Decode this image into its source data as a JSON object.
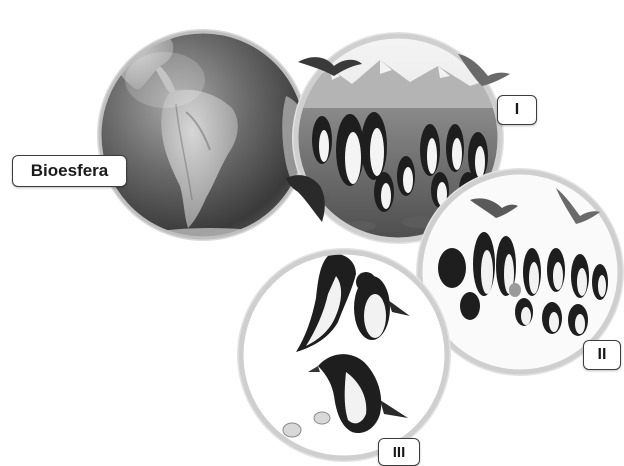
{
  "labels": {
    "biosphere": "Bioesfera",
    "level_1": "I",
    "level_2": "II",
    "level_3": "III"
  },
  "icons": {
    "globe": "globe-illustration",
    "community": "penguin-colony-with-seabirds-photo",
    "population": "penguin-group-photo",
    "organism": "penguins-with-eggs-photo"
  },
  "colors": {
    "circle_border": "#cfcfcf",
    "label_border": "#3c3c3c",
    "label_text": "#1a1a1a"
  }
}
